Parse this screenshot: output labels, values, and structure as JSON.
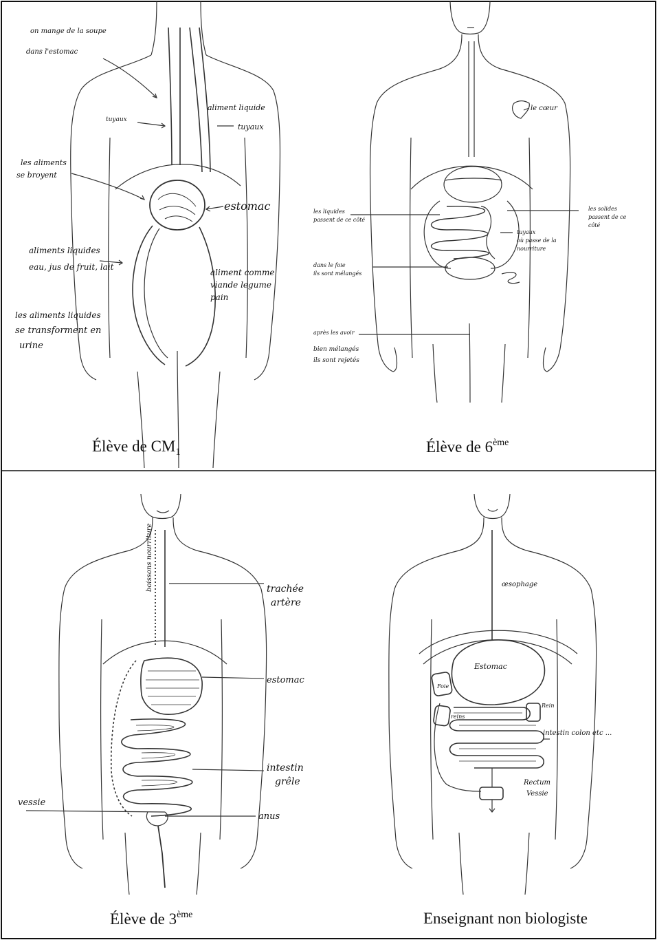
{
  "panels": [
    {
      "caption": "Élève de CM",
      "caption_sub": "1",
      "annotations": {
        "a1": "on mange de la soupe",
        "a2": "dans l'estomac",
        "a3": "tuyaux",
        "a4": "aliment liquide",
        "a5": "tuyaux",
        "a6": "les aliments",
        "a7": "se broyent",
        "a8": "estomac",
        "a9": "aliments liquides",
        "a10": "eau, jus de fruit, lait",
        "a11": "aliment comme",
        "a12": "viande legume",
        "a13": "pain",
        "a14": "les aliments liquides",
        "a15": "se transforment en",
        "a16": "urine"
      }
    },
    {
      "caption": "Élève de 6",
      "caption_sup": "ème",
      "annotations": {
        "b1": "le cœur",
        "b2": "les liquides",
        "b3": "passent de ce côté",
        "b4": "les solides",
        "b5": "passent de ce",
        "b6": "côté",
        "b7": "tuyaux",
        "b8": "où passe de la",
        "b9": "nourriture",
        "b10": "dans le foie",
        "b11": "ils sont mélangés",
        "b12": "après les avoir",
        "b13": "bien mélangés",
        "b14": "ils sont rejetés"
      }
    },
    {
      "caption": "Élève de 3",
      "caption_sup": "ème",
      "annotations": {
        "c1": "boissons nourriture",
        "c2": "trachée",
        "c3": "artère",
        "c4": "estomac",
        "c5": "intestin",
        "c6": "grêle",
        "c7": "vessie",
        "c8": "anus"
      }
    },
    {
      "caption": "Enseignant non biologiste",
      "annotations": {
        "d1": "œsophage",
        "d2": "Estomac",
        "d3": "Foie",
        "d4": "Rein",
        "d5": "reins",
        "d6": "intestin colon etc ...",
        "d7": "Rectum",
        "d8": "Vessie"
      }
    }
  ]
}
